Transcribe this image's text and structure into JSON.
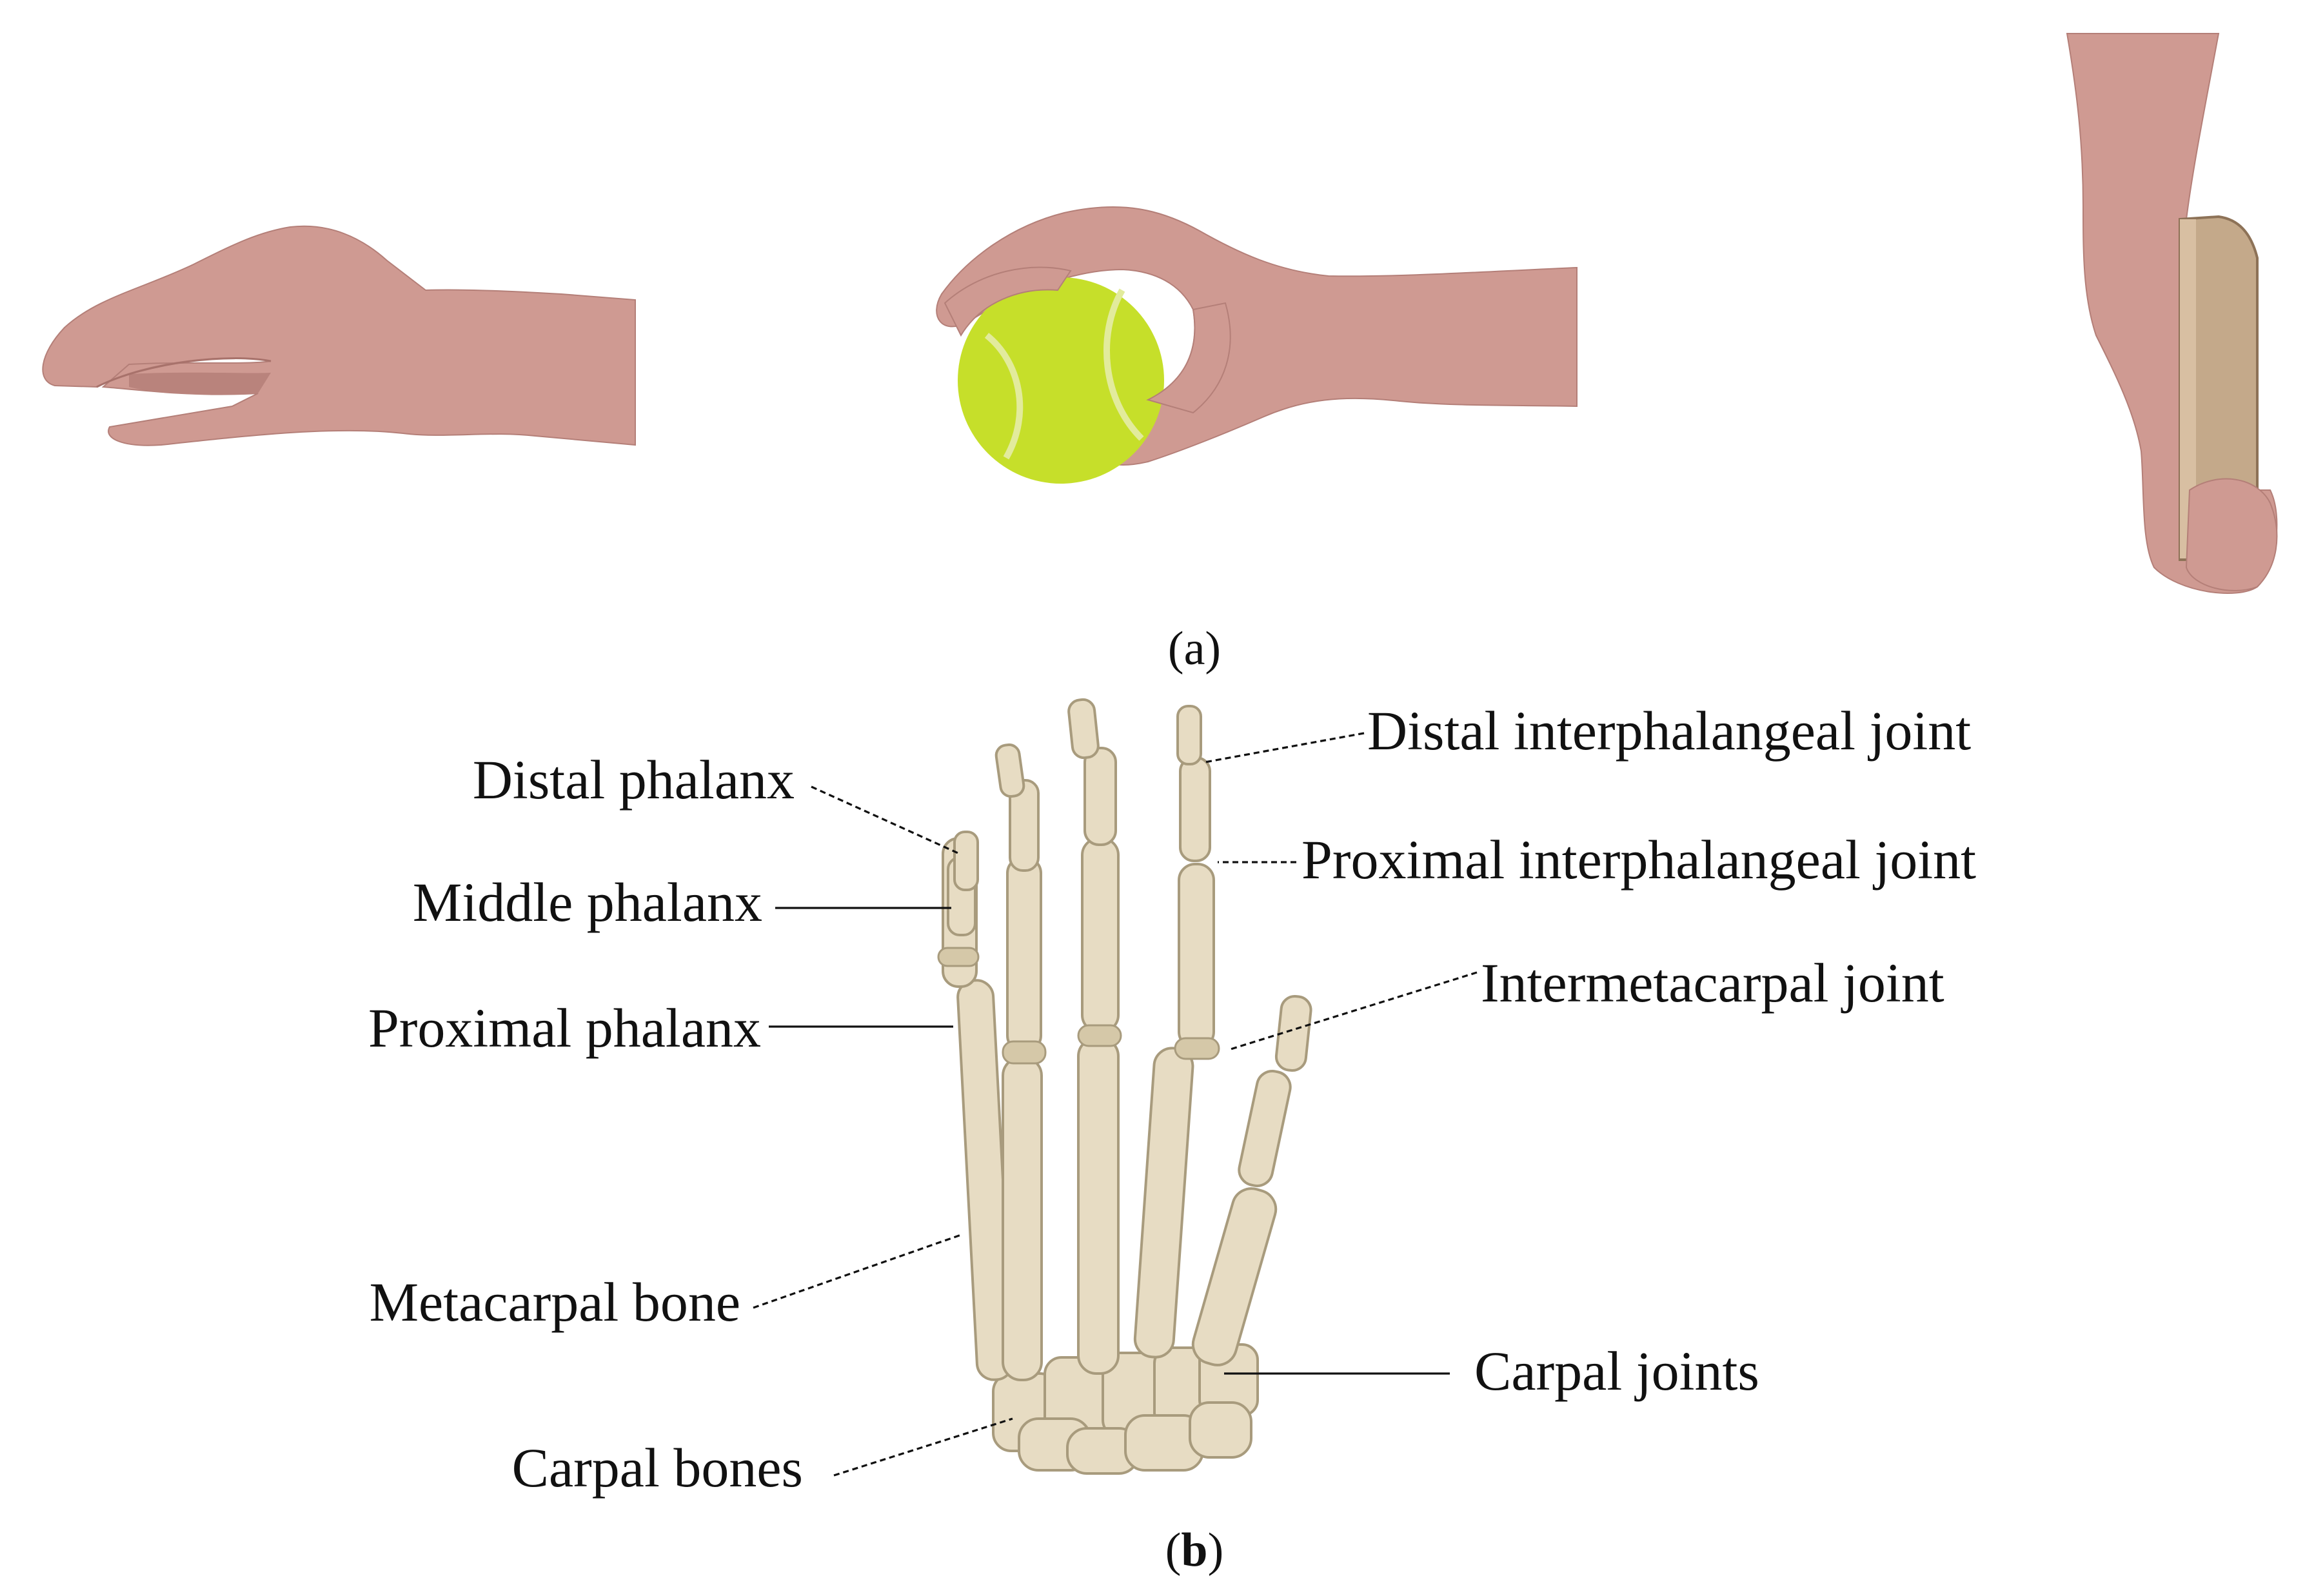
{
  "panels": {
    "a": {
      "caption_prefix": "(",
      "caption_letter": "a",
      "caption_suffix": ")"
    },
    "b": {
      "caption_prefix": "(",
      "caption_letter": "b",
      "caption_suffix": ")",
      "labels": {
        "distal_phalanx": "Distal phalanx",
        "middle_phalanx": "Middle phalanx",
        "proximal_phalanx": "Proximal phalanx",
        "metacarpal_bone": "Metacarpal bone",
        "carpal_bones": "Carpal bones",
        "distal_interphalangeal_joint": "Distal interphalangeal joint",
        "proximal_interphalangeal_joint": "Proximal interphalangeal joint",
        "intermetacarpal_joint": "Intermetacarpal joint",
        "carpal_joints": "Carpal joints"
      }
    }
  },
  "colors": {
    "skin": "#cf9a92",
    "ball": "#c6df2a",
    "bone": "#e7dcc3",
    "text": "#111111"
  },
  "icons": [
    "pinch-grip-hand-photo",
    "ball-grip-hand-photo",
    "book-grip-hand-photo",
    "hand-skeleton-illustration"
  ]
}
